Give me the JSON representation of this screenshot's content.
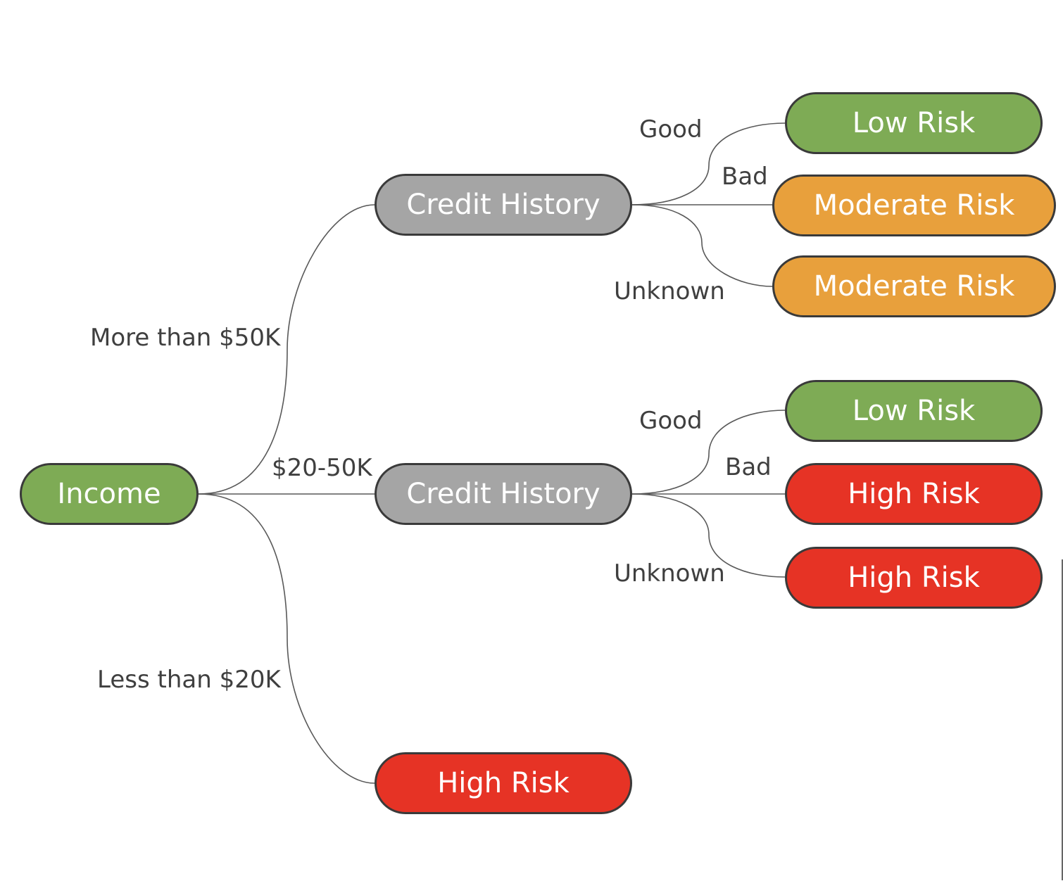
{
  "colors": {
    "green": "#7eab55",
    "gray": "#a5a5a5",
    "orange": "#e8a03c",
    "red": "#e63325",
    "outline": "#3a3a3a",
    "connector": "#595959",
    "label_text": "#3f3f3f"
  },
  "root": {
    "label": "Income",
    "color": "green"
  },
  "branches": [
    {
      "label": "More than $50K",
      "node": {
        "label": "Credit History",
        "color": "gray"
      },
      "children": [
        {
          "label": "Good",
          "node": {
            "label": "Low Risk",
            "color": "green"
          }
        },
        {
          "label": "Bad",
          "node": {
            "label": "Moderate Risk",
            "color": "orange"
          }
        },
        {
          "label": "Unknown",
          "node": {
            "label": "Moderate Risk",
            "color": "orange"
          }
        }
      ]
    },
    {
      "label": "$20-50K",
      "node": {
        "label": "Credit History",
        "color": "gray"
      },
      "children": [
        {
          "label": "Good",
          "node": {
            "label": "Low Risk",
            "color": "green"
          }
        },
        {
          "label": "Bad",
          "node": {
            "label": "High Risk",
            "color": "red"
          }
        },
        {
          "label": "Unknown",
          "node": {
            "label": "High Risk",
            "color": "red"
          }
        }
      ]
    },
    {
      "label": "Less than $20K",
      "node": {
        "label": "High Risk",
        "color": "red"
      },
      "children": []
    }
  ]
}
